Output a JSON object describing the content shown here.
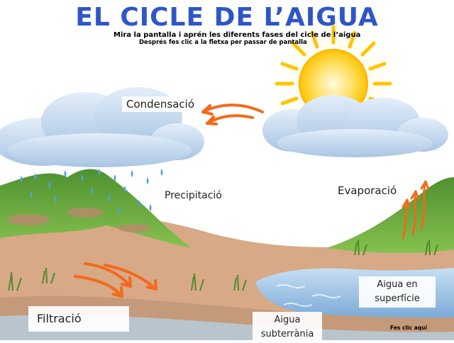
{
  "header": {
    "title": "EL CICLE DE L’AIGUA",
    "instruction_line1": "Mira la pantalla i aprén les diferents fases del cicle de l’aigua",
    "instruction_line2": "Després fes clic a la fletxa per passar de pantalla"
  },
  "labels": {
    "condensation": "Condensació",
    "precipitation": "Precipitació",
    "evaporation": "Evaporació",
    "filtration": "Filtració",
    "surface_water": "Aigua en superfície",
    "groundwater": "Aigua subterrània"
  },
  "navigation": {
    "next_text": "Fes clic aquí"
  },
  "colors": {
    "title": "#2f56c8",
    "sky": "#ffffff",
    "cloud": "#bcd3eb",
    "sun": "#ffc400",
    "hill": "#63a43c",
    "soil": "#d7a987",
    "water": "#9fc4e6",
    "arrow": "#f26a1b",
    "rain": "#4aa3df"
  }
}
